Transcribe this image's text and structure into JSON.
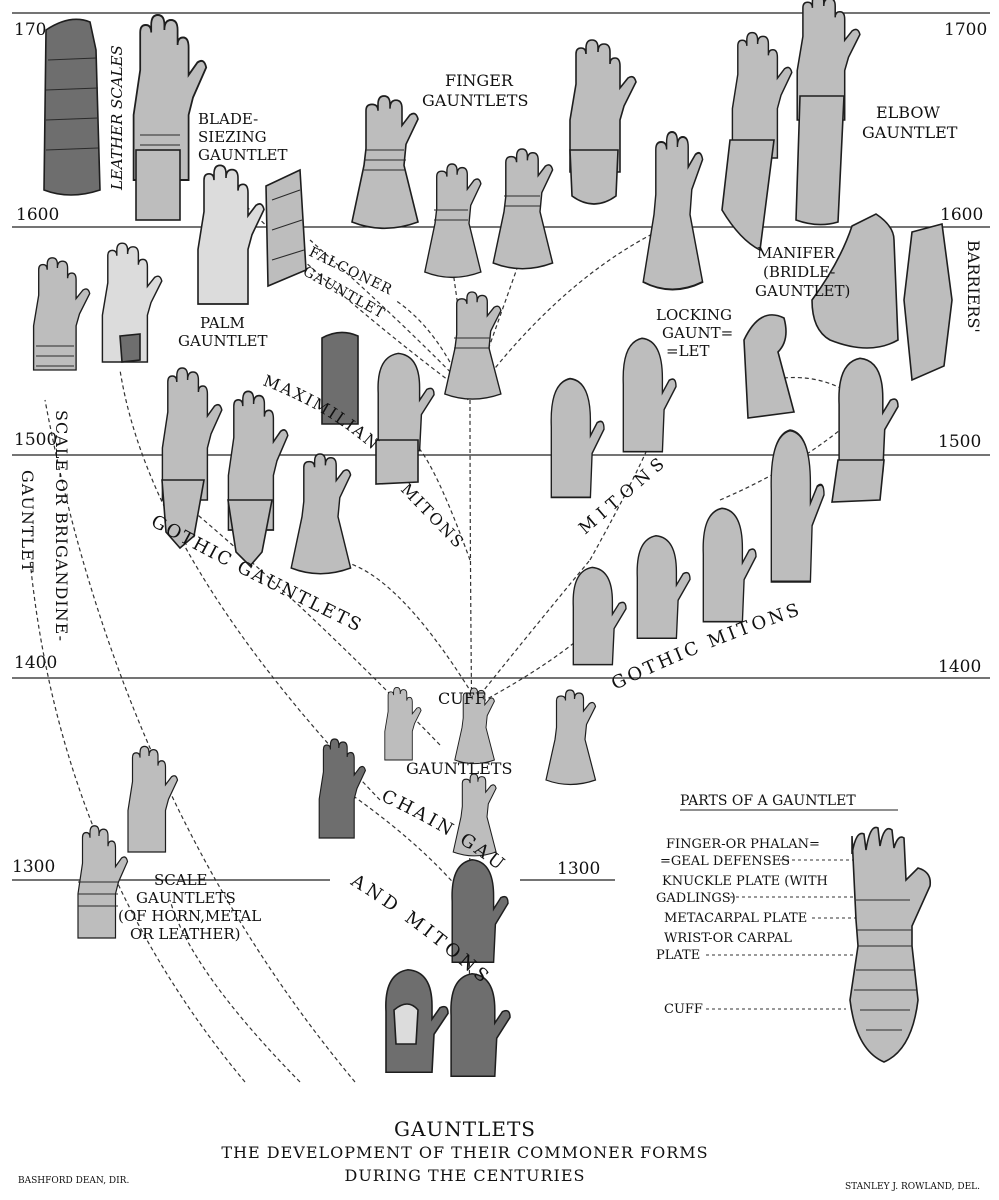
{
  "centuries": [
    {
      "left": "170",
      "right": "1700"
    },
    {
      "left": "1600",
      "right": "1600"
    },
    {
      "left": "1500",
      "right": "1500"
    },
    {
      "left": "1400",
      "right": "1400"
    },
    {
      "left": "1300",
      "right": "1300"
    }
  ],
  "labels": {
    "leather_scales": "LEATHER SCALES",
    "blade_1": "BLADE-",
    "blade_2": "SIEZING",
    "blade_3": "GAUNTLET",
    "finger_1": "FINGER",
    "finger_2": "GAUNTLETS",
    "elbow_1": "ELBOW",
    "elbow_2": "GAUNTLET",
    "falconer_1": "FALCONER'S",
    "falconer_2": "GAUNTLET",
    "palm_1": "PALM",
    "palm_2": "GAUNTLET",
    "manifer_1": "MANIFER",
    "manifer_2": "(BRIDLE-",
    "manifer_3": "GAUNTLET)",
    "barriers": "BARRIERS'",
    "locking_1": "LOCKING",
    "locking_2": "GAUNT=",
    "locking_3": "=LET",
    "maximilian": "MAXIMILIAN",
    "max_mitons": "MITONS",
    "mitons": "MITONS",
    "scale_brig_1": "SCALE-OR BRIGANDINE-",
    "scale_brig_2": "GAUNTLET",
    "gothic_gauntlets": "GOTHIC GAUNTLETS",
    "gothic_mitons": "GOTHIC MITONS",
    "cuff": "CUFF",
    "cuff_gauntlets": "GAUNTLETS",
    "chain_gauntlets": "CHAIN GAUNTLETS",
    "and_mitons": "AND MITONS",
    "scale_1": "SCALE",
    "scale_2": "GAUNTLETS",
    "scale_3": "(OF HORN,METAL",
    "scale_4": "OR LEATHER)"
  },
  "parts": {
    "heading": "PARTS OF A GAUNTLET",
    "finger_1": "FINGER-OR PHALAN=",
    "finger_2": "=GEAL DEFENSES",
    "knuckle_1": "KNUCKLE PLATE (WITH",
    "knuckle_2": "GADLINGS)",
    "metacarpal": "METACARPAL PLATE",
    "wrist_1": "WRIST-OR CARPAL",
    "wrist_2": "PLATE",
    "cuff": "CUFF"
  },
  "caption": {
    "title": "GAUNTLETS",
    "line1": "THE DEVELOPMENT OF THEIR COMMONER FORMS",
    "line2": "DURING THE CENTURIES",
    "director": "BASHFORD DEAN, DIR.",
    "artist": "STANLEY J. ROWLAND, DEL."
  }
}
